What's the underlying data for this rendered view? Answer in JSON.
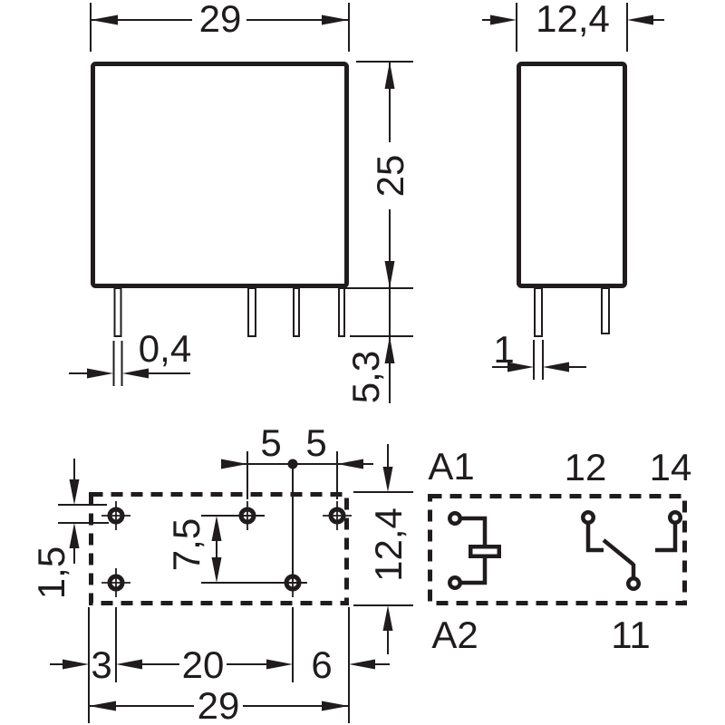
{
  "front_view": {
    "width": "29",
    "height": "25",
    "pin_width": "0,4",
    "pin_length": "5,3"
  },
  "side_view": {
    "width": "12,4",
    "pin_width": "1"
  },
  "footprint": {
    "pin_spacing_left": "5",
    "pin_spacing_right": "5",
    "row_spacing": "7,5",
    "edge_offset": "1,5",
    "depth": "12,4",
    "left_margin": "3",
    "hole_span": "20",
    "right_margin": "6",
    "total_width": "29"
  },
  "schematic": {
    "coil_a1": "A1",
    "coil_a2": "A2",
    "contact_nc": "12",
    "contact_no": "14",
    "contact_common": "11"
  },
  "colors": {
    "ink": "#201c1d",
    "paper": "#ffffff"
  }
}
